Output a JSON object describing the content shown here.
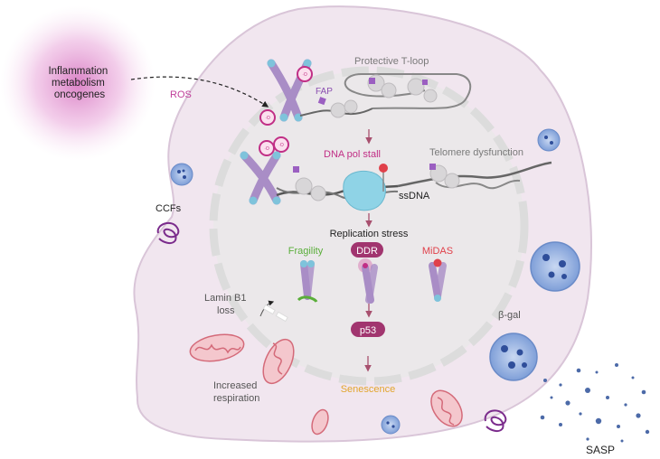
{
  "labels": {
    "stressors": [
      "Inflammation",
      "metabolism",
      "oncogenes"
    ],
    "ros": "ROS",
    "ros_mark": "·O",
    "protective_tloop": "Protective T-loop",
    "fap": "FAP",
    "dna_pol_stall": "DNA pol stall",
    "telomere_dysfunction": "Telomere dysfunction",
    "ssdna": "ssDNA",
    "replication_stress": "Replication stress",
    "fragility": "Fragility",
    "ddr": "DDR",
    "midas": "MiDAS",
    "p53": "p53",
    "senescence": "Senescence",
    "ccfs": "CCFs",
    "lamin_b1_loss": [
      "Lamin B1",
      "loss"
    ],
    "increased_respiration": [
      "Increased",
      "respiration"
    ],
    "beta_gal": "β-gal",
    "sasp": "SASP"
  },
  "colors": {
    "cell": "#f1e6ef",
    "cell_border": "#d9c5d8",
    "nucleus": "#ebe8ea",
    "envelope": "#dcdcdc",
    "chromosome": "#a98dc6",
    "telomere": "#7ec3db",
    "magenta": "#c12f86",
    "ros_text": "#c0409a",
    "fragility": "#5aae3a",
    "midas": "#e0404a",
    "senescence": "#e2a52c",
    "gray_text": "#7a7a7a",
    "lysosome": "#7b9ad6",
    "mito": "#e58a96",
    "ccf": "#7b2c8c",
    "polymerase": "#8fd3e6"
  }
}
